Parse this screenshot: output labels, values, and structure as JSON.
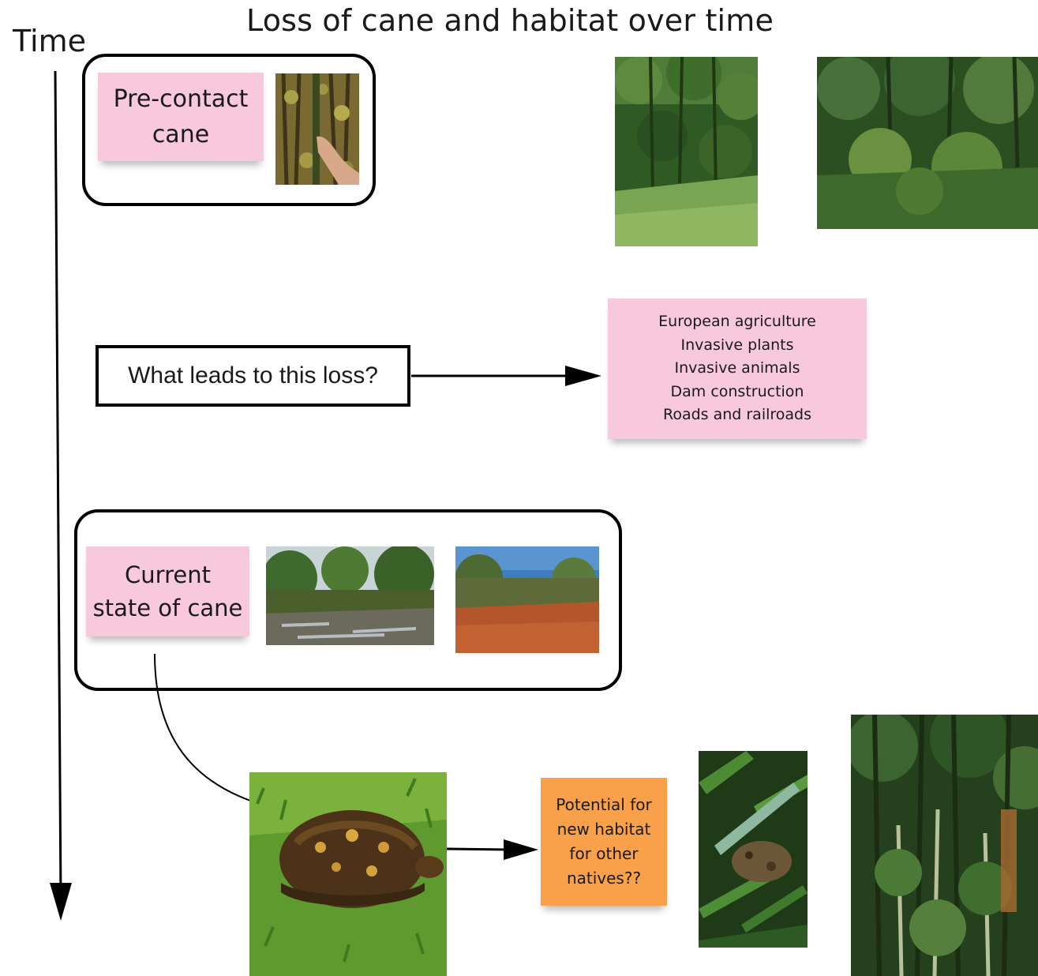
{
  "title": "Loss of cane and habitat over time",
  "time_axis_label": "Time",
  "pre_contact": {
    "note": [
      "Pre-contact",
      "cane"
    ],
    "photos": [
      "cane-stalk-photo"
    ]
  },
  "habitat_photos_top": [
    "forest-edge-photo",
    "forest-understory-photo"
  ],
  "question_box": "What leads to this loss?",
  "causes_note": [
    "European agriculture",
    "Invasive plants",
    "Invasive animals",
    "Dam construction",
    "Roads and railroads"
  ],
  "current_state": {
    "note": [
      "Current",
      "state of cane"
    ],
    "photos": [
      "flooded-clearing-photo",
      "bare-soil-photo"
    ]
  },
  "potential_note": [
    "Potential for",
    "new habitat",
    "for other",
    "natives??"
  ],
  "native_photos": [
    "box-turtle-photo",
    "toad-in-cane-photo",
    "cane-forest-photo"
  ],
  "colors": {
    "sticky_pink": "#f8c9dc",
    "sticky_orange": "#f8a14a",
    "line": "#000000"
  }
}
